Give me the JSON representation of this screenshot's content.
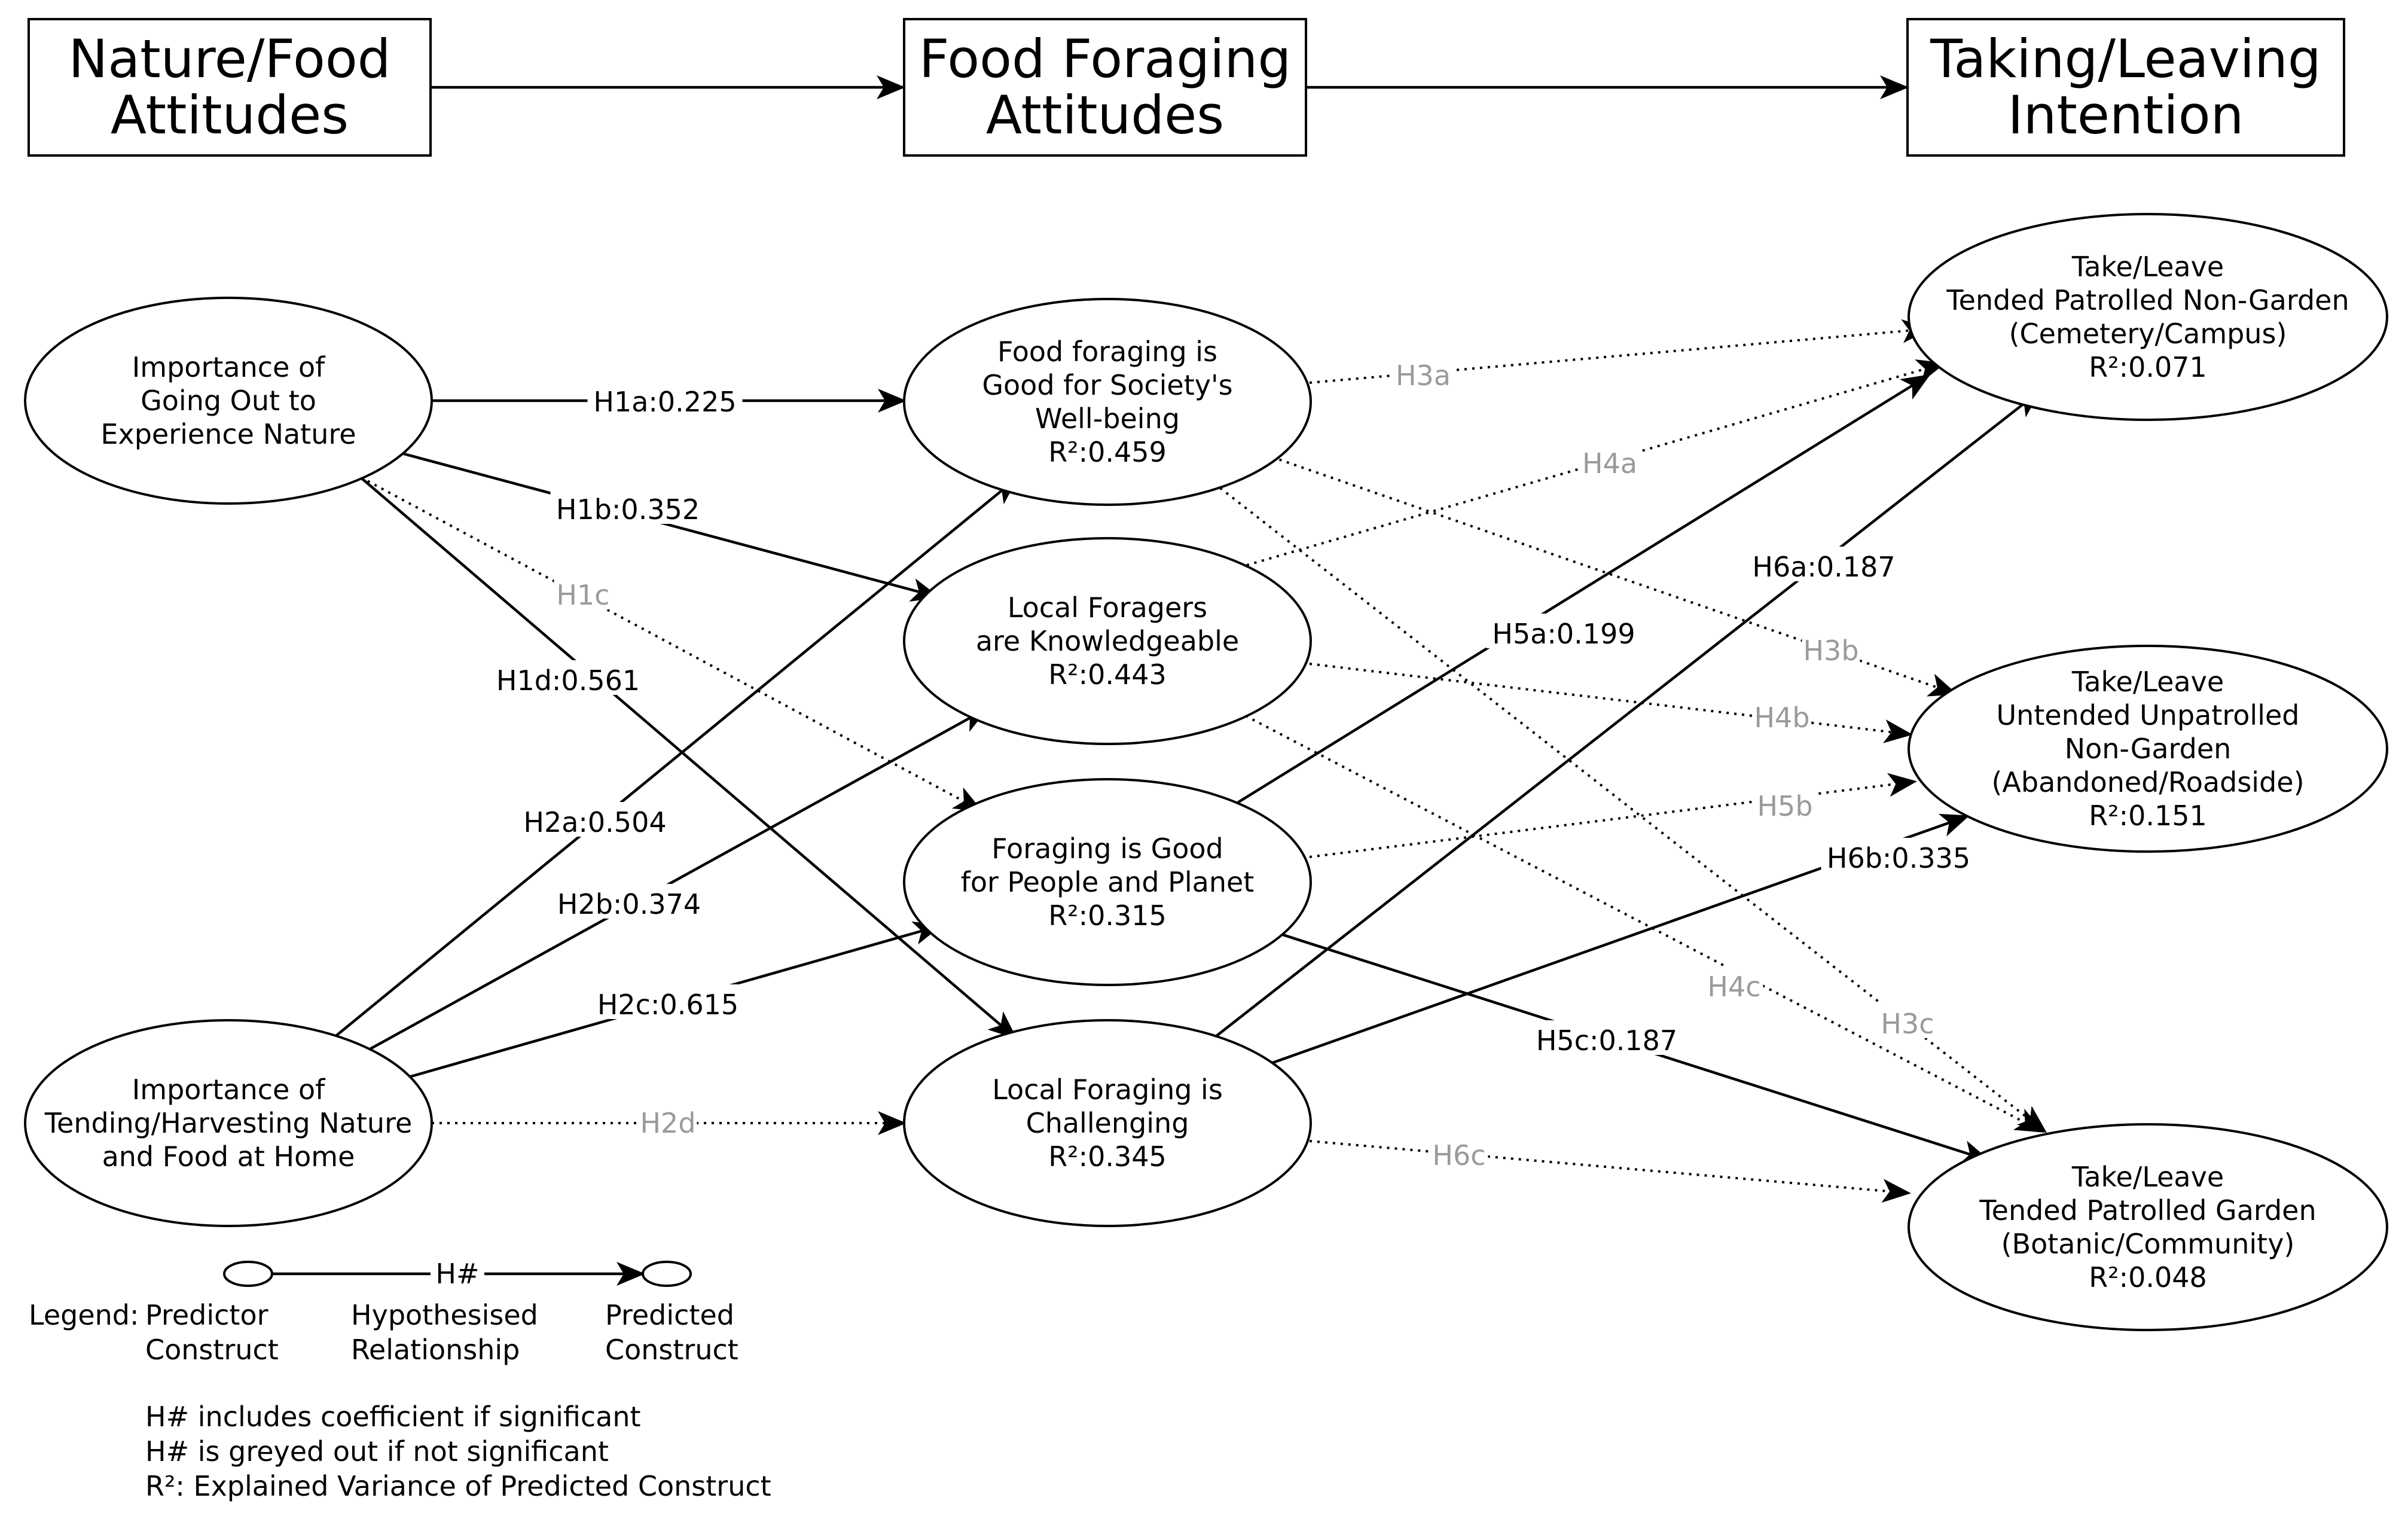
{
  "headers": [
    {
      "id": "h1",
      "lines": [
        "Nature/Food",
        "Attitudes"
      ]
    },
    {
      "id": "h2",
      "lines": [
        "Food Foraging",
        "Attitudes"
      ]
    },
    {
      "id": "h3",
      "lines": [
        "Taking/Leaving",
        "Intention"
      ]
    }
  ],
  "nodes": [
    {
      "id": "n_goout",
      "lines": [
        "Importance of",
        "Going Out to",
        "Experience Nature"
      ]
    },
    {
      "id": "n_home",
      "lines": [
        "Importance of",
        "Tending/Harvesting Nature",
        "and Food at Home"
      ]
    },
    {
      "id": "n_society",
      "lines": [
        "Food foraging is",
        "Good for Society's",
        "Well-being"
      ],
      "r2": "R²:0.459"
    },
    {
      "id": "n_knowledge",
      "lines": [
        "Local Foragers",
        "are Knowledgeable"
      ],
      "r2": "R²:0.443"
    },
    {
      "id": "n_planet",
      "lines": [
        "Foraging is Good",
        "for People and Planet"
      ],
      "r2": "R²:0.315"
    },
    {
      "id": "n_challenging",
      "lines": [
        "Local Foraging is",
        "Challenging"
      ],
      "r2": "R²:0.345"
    },
    {
      "id": "n_nongarden",
      "lines": [
        "Take/Leave",
        "Tended Patrolled Non-Garden",
        "(Cemetery/Campus)"
      ],
      "r2": "R²:0.071"
    },
    {
      "id": "n_untended",
      "lines": [
        "Take/Leave",
        "Untended Unpatrolled",
        "Non-Garden",
        "(Abandoned/Roadside)"
      ],
      "r2": "R²:0.151"
    },
    {
      "id": "n_garden",
      "lines": [
        "Take/Leave",
        "Tended Patrolled Garden",
        "(Botanic/Community)"
      ],
      "r2": "R²:0.048"
    }
  ],
  "paths": [
    {
      "id": "H1a",
      "label": "H1a:0.225",
      "from": "n_goout",
      "to": "n_society",
      "significant": true
    },
    {
      "id": "H1b",
      "label": "H1b:0.352",
      "from": "n_goout",
      "to": "n_knowledge",
      "significant": true
    },
    {
      "id": "H1c",
      "label": "H1c",
      "from": "n_goout",
      "to": "n_planet",
      "significant": false
    },
    {
      "id": "H1d",
      "label": "H1d:0.561",
      "from": "n_goout",
      "to": "n_challenging",
      "significant": true
    },
    {
      "id": "H2a",
      "label": "H2a:0.504",
      "from": "n_home",
      "to": "n_society",
      "significant": true
    },
    {
      "id": "H2b",
      "label": "H2b:0.374",
      "from": "n_home",
      "to": "n_knowledge",
      "significant": true
    },
    {
      "id": "H2c",
      "label": "H2c:0.615",
      "from": "n_home",
      "to": "n_planet",
      "significant": true
    },
    {
      "id": "H2d",
      "label": "H2d",
      "from": "n_home",
      "to": "n_challenging",
      "significant": false
    },
    {
      "id": "H3a",
      "label": "H3a",
      "from": "n_society",
      "to": "n_nongarden",
      "significant": false
    },
    {
      "id": "H3b",
      "label": "H3b",
      "from": "n_society",
      "to": "n_untended",
      "significant": false
    },
    {
      "id": "H3c",
      "label": "H3c",
      "from": "n_society",
      "to": "n_garden",
      "significant": false
    },
    {
      "id": "H4a",
      "label": "H4a",
      "from": "n_knowledge",
      "to": "n_nongarden",
      "significant": false
    },
    {
      "id": "H4b",
      "label": "H4b",
      "from": "n_knowledge",
      "to": "n_untended",
      "significant": false
    },
    {
      "id": "H4c",
      "label": "H4c",
      "from": "n_knowledge",
      "to": "n_garden",
      "significant": false
    },
    {
      "id": "H5a",
      "label": "H5a:0.199",
      "from": "n_planet",
      "to": "n_nongarden",
      "significant": true
    },
    {
      "id": "H5b",
      "label": "H5b",
      "from": "n_planet",
      "to": "n_untended",
      "significant": false
    },
    {
      "id": "H5c",
      "label": "H5c:0.187",
      "from": "n_planet",
      "to": "n_garden",
      "significant": true
    },
    {
      "id": "H6a",
      "label": "H6a:0.187",
      "from": "n_challenging",
      "to": "n_nongarden",
      "significant": true
    },
    {
      "id": "H6b",
      "label": "H6b:0.335",
      "from": "n_challenging",
      "to": "n_untended",
      "significant": true
    },
    {
      "id": "H6c",
      "label": "H6c",
      "from": "n_challenging",
      "to": "n_garden",
      "significant": false
    }
  ],
  "legend": {
    "prefix": "Legend:",
    "hash": "H#",
    "predictor": [
      "Predictor",
      "Construct"
    ],
    "relationship": [
      "Hypothesised",
      "Relationship"
    ],
    "predicted": [
      "Predicted",
      "Construct"
    ],
    "notes": [
      "H# includes coefficient if significant",
      "H# is greyed out if not significant",
      "R²: Explained Variance of Predicted Construct"
    ]
  }
}
